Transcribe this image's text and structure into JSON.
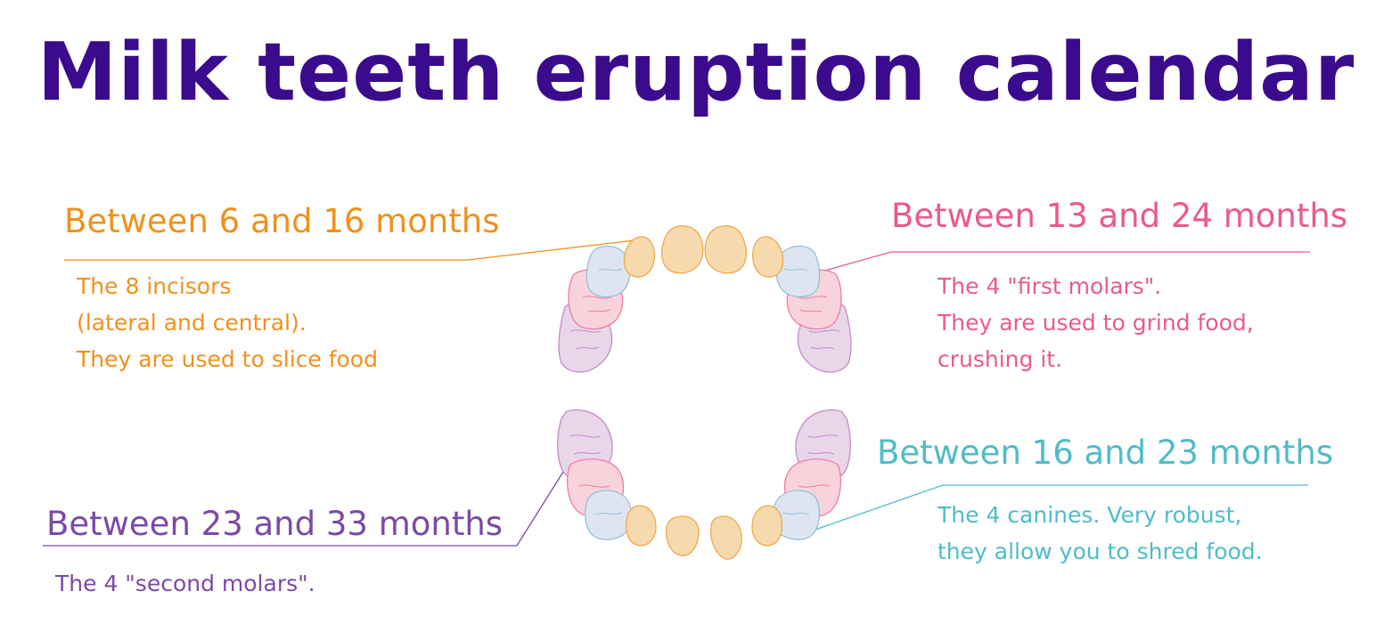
{
  "title": "Milk teeth eruption calendar",
  "colors": {
    "title": "#3a0b8c",
    "incisors": "#f0911c",
    "first_molars": "#ea5a8c",
    "canines": "#4fbcc8",
    "second_molars": "#7a4aa6",
    "incisor_fill": "#f7d9ae",
    "incisor_stroke": "#f0a94a",
    "canine_fill": "#dfe5f0",
    "canine_stroke": "#8fc3dc",
    "first_molar_fill": "#f8d3dc",
    "first_molar_stroke": "#ec7fa0",
    "second_molar_fill": "#e9d6e9",
    "second_molar_stroke": "#c58ac6"
  },
  "groups": {
    "incisors": {
      "heading": "Between 6 and 16 months",
      "lines": [
        "The 8 incisors",
        "(lateral and central).",
        "They are used to slice food"
      ]
    },
    "first_molars": {
      "heading": "Between 13 and 24 months",
      "lines": [
        "The 4 \"first molars\".",
        "They are used to grind food,",
        "crushing it."
      ]
    },
    "canines": {
      "heading": "Between 16 and 23 months",
      "lines": [
        "The 4 canines. Very robust,",
        "they allow you to shred food."
      ]
    },
    "second_molars": {
      "heading": "Between 23 and 33 months",
      "lines": [
        "The 4 \"second molars\"."
      ]
    }
  }
}
